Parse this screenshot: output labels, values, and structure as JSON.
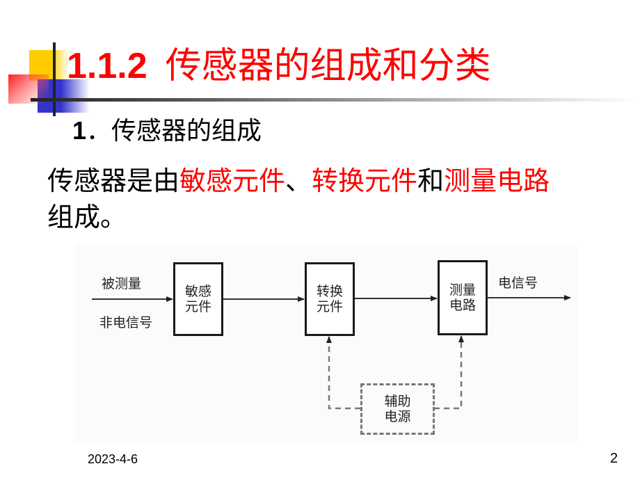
{
  "slide": {
    "title": {
      "number": "1.1.2",
      "text": "传感器的组成和分类"
    },
    "subheading": {
      "number": "1",
      "text": "传感器的组成"
    },
    "body": {
      "part1": "传感器是由",
      "term1": "敏感元件",
      "sep1": "、",
      "term2": "转换元件",
      "conj": "和",
      "term3": "测量电路",
      "part2": "组成。"
    },
    "accent_color": "#ff0000",
    "decor_colors": {
      "yellow": "#ffcc00",
      "blue": "#3333cc",
      "red": "#ff2020"
    }
  },
  "diagram": {
    "input_label_top": "被测量",
    "input_label_bottom": "非电信号",
    "blocks": [
      {
        "line1": "敏感",
        "line2": "元件"
      },
      {
        "line1": "转换",
        "line2": "元件"
      },
      {
        "line1": "测量",
        "line2": "电路"
      }
    ],
    "output_label": "电信号",
    "aux_block": {
      "line1": "辅助",
      "line2": "电源"
    }
  },
  "footer": {
    "date": "2023-4-6",
    "page_number": "2"
  }
}
